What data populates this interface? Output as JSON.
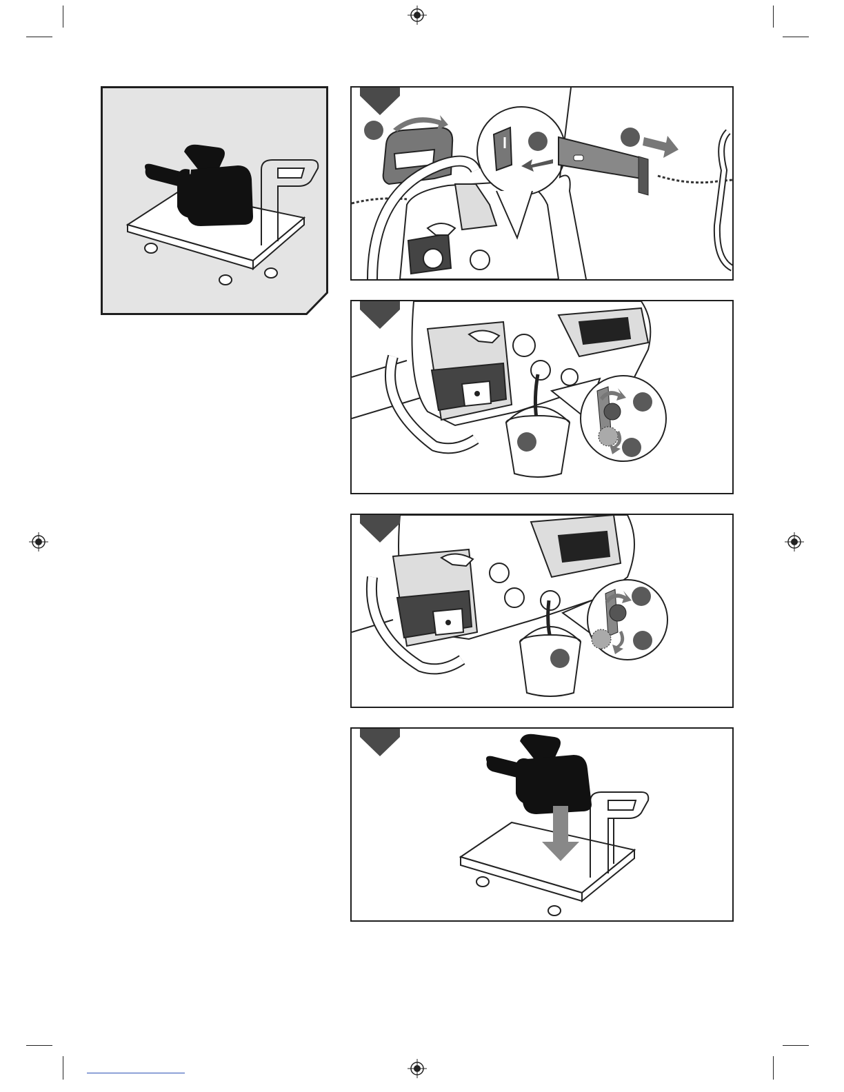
{
  "page": {
    "description_free": true,
    "accent": "#4a4a4a",
    "callout_fill": "#5a5a5a",
    "panel_border": "#1e1e1e",
    "cover_background": "#e4e4e4"
  },
  "panels": [
    {
      "id": 1,
      "tab_icon": "chevron-down-tab-icon",
      "icons": [
        "chain-brake-icon",
        "ignition-switch-icon",
        "scabbard-guide-bar-icon"
      ]
    },
    {
      "id": 2,
      "tab_icon": "chevron-down-tab-icon",
      "icons": [
        "fuel-cap-icon",
        "bucket-icon"
      ]
    },
    {
      "id": 3,
      "tab_icon": "chevron-down-tab-icon",
      "icons": [
        "oil-cap-icon",
        "bucket-icon"
      ]
    },
    {
      "id": 4,
      "tab_icon": "chevron-down-tab-icon",
      "icons": [
        "chainsaw-icon",
        "down-arrow-icon",
        "cart-icon"
      ]
    }
  ],
  "cover_icons": [
    "chainsaw-icon",
    "cart-icon"
  ]
}
